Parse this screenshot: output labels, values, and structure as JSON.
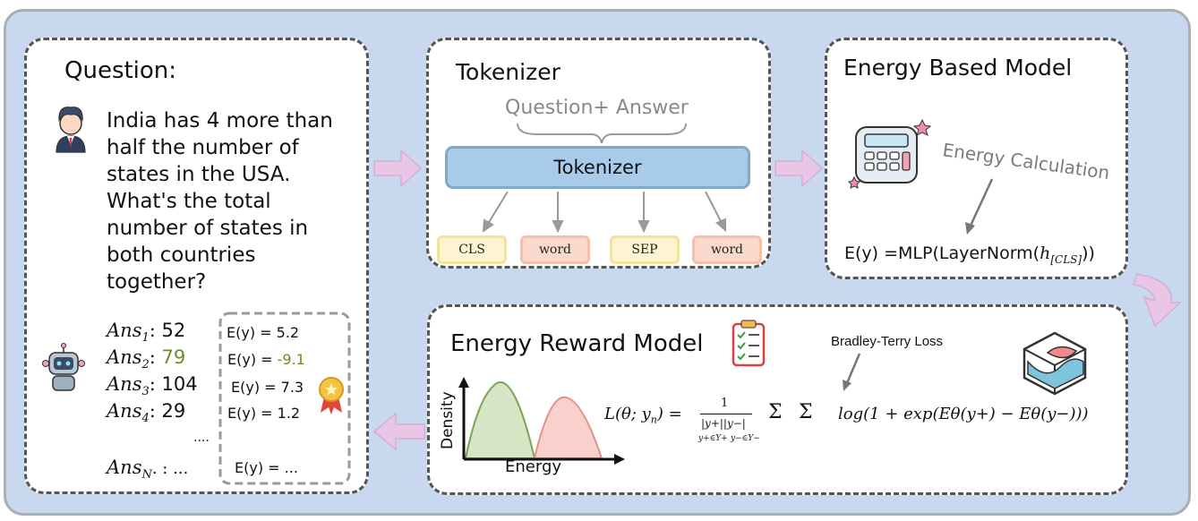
{
  "question": {
    "title": "Question:",
    "text": "India has 4 more than half the number of states in the USA. What's the total number of states in both countries together?",
    "answers": [
      {
        "prefix": "Ans",
        "sub": "1",
        "value": "52",
        "energy": "E(y) = 5.2",
        "highlight": false
      },
      {
        "prefix": "Ans",
        "sub": "2",
        "value": "79",
        "energy": "E(y) = -9.1",
        "highlight": true
      },
      {
        "prefix": "Ans",
        "sub": "3",
        "value": "104",
        "energy": "E(y) = 7.3",
        "highlight": false
      },
      {
        "prefix": "Ans",
        "sub": "4",
        "value": "29",
        "energy": "E(y) = 1.2",
        "highlight": false
      }
    ],
    "ellipsis": "....",
    "last_answer": {
      "prefix": "Ans",
      "sub": "N",
      "suffix": ". : ...",
      "energy": "E(y) = ..."
    }
  },
  "tokenizer": {
    "title": "Tokenizer",
    "input_label": "Question+ Answer",
    "box_label": "Tokenizer",
    "tokens": [
      "CLS",
      "word",
      "SEP",
      "word"
    ]
  },
  "ebm": {
    "title": "Energy Based  Model",
    "calc_label": "Energy Calculation",
    "formula": "E(y) =MLP(LayerNorm(",
    "formula_h": "h",
    "formula_sub": "[CLS]",
    "formula_close": "))"
  },
  "erm": {
    "title": "Energy Reward Model",
    "loss_label": "Bradley-Terry  Loss",
    "density_label": "Density",
    "energy_label": "Energy",
    "loss_lhs": "L(θ; y",
    "loss_lhs_sub": "n",
    "loss_lhs_close": ") = ",
    "frac_num": "1",
    "frac_den": "|y+||y−|",
    "sum_sub1": "y+∈Y+",
    "sum_sub2": "y−∈Y−",
    "loss_rhs": "log(1 + exp(Eθ(y+) − Eθ(y−)))"
  },
  "colors": {
    "background": "#c7d8ef",
    "highlight_green": "#6b8e23",
    "tokenizer_box": "#a7cbe8",
    "arrow_pink": "#e9c6e6",
    "density_green": "#d4e6c4",
    "density_red": "#f9d0cc"
  }
}
